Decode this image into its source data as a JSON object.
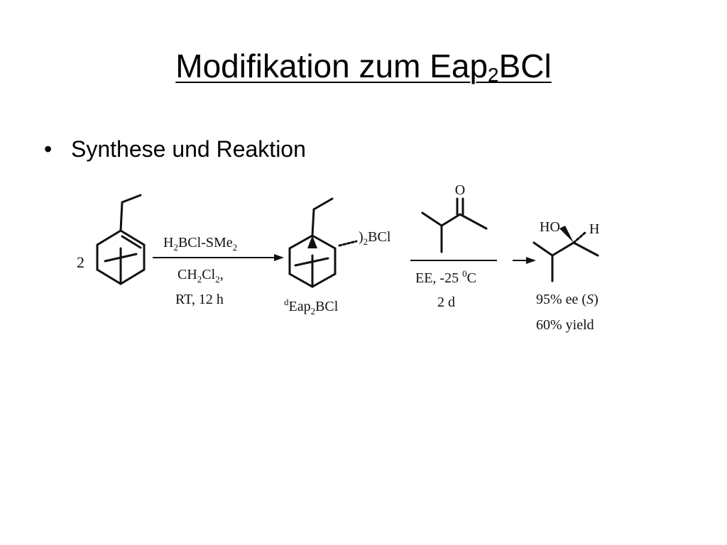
{
  "slide": {
    "title_main": "Modifikation zum Eap",
    "title_sub": "2",
    "title_end": "BCl",
    "bullet_char": "•",
    "bullet_text": "Synthese und Reaktion"
  },
  "scheme": {
    "coefficient": "2",
    "reagent1": {
      "a": "H",
      "b": "2",
      "c": "BCl-SMe",
      "d": "2"
    },
    "conditions1_line1": {
      "a": "CH",
      "b": "2",
      "c": "Cl",
      "d": "2",
      "e": ","
    },
    "conditions1_line2": "RT, 12 h",
    "product1_group": {
      "a": ")",
      "b": "2",
      "c": "BCl"
    },
    "product1_label": {
      "sup": "d",
      "a": "Eap",
      "b": "2",
      "c": "BCl"
    },
    "ketone_atom": "O",
    "conditions2_line1": {
      "a": "EE, -25 ",
      "b": "0",
      "c": "C"
    },
    "conditions2_line2": "2 d",
    "alcohol_ho": "HO",
    "alcohol_h": "H",
    "result_line1": {
      "a": "95% ee (",
      "b": "S",
      "c": ")"
    },
    "result_line2": "60% yield"
  },
  "colors": {
    "ink": "#111111",
    "background": "#ffffff"
  }
}
